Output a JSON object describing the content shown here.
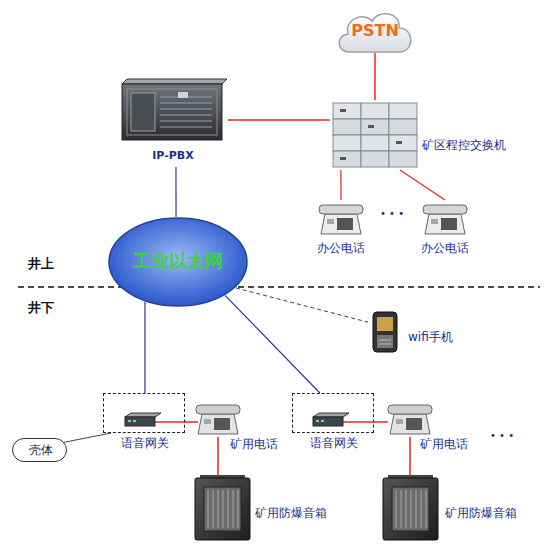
{
  "diagram": {
    "nodes": [
      {
        "text": [
          "PSTN"
        ]
      },
      {
        "text": [
          "IP-PBX"
        ]
      },
      {
        "text": [
          "矿区程控交换机"
        ]
      },
      {
        "text": [
          "办公电话"
        ]
      },
      {
        "text": [
          "办公电话"
        ]
      },
      {
        "text": [
          "工业以太网"
        ]
      },
      {
        "text": [
          "wifi手机"
        ]
      },
      {
        "text": [
          "语音网关"
        ]
      },
      {
        "text": [
          "矿用电话"
        ]
      },
      {
        "text": [
          "语音网关"
        ]
      },
      {
        "text": [
          "矿用电话"
        ]
      },
      {
        "text": [
          "壳体"
        ]
      },
      {
        "text": [
          "矿用防爆音箱"
        ]
      },
      {
        "text": [
          "矿用防爆音箱"
        ]
      }
    ],
    "edges": [
      {
        "from": 0,
        "to": 2,
        "arrow": "none"
      },
      {
        "from": 1,
        "to": 2,
        "arrow": "none"
      },
      {
        "from": 2,
        "to": 3,
        "arrow": "none"
      },
      {
        "from": 2,
        "to": 4,
        "arrow": "none"
      },
      {
        "from": 1,
        "to": 5,
        "arrow": "none"
      },
      {
        "from": 5,
        "to": 6,
        "arrow": "none"
      },
      {
        "from": 5,
        "to": 7,
        "arrow": "none"
      },
      {
        "from": 5,
        "to": 9,
        "arrow": "none"
      },
      {
        "from": 7,
        "to": 8,
        "arrow": "none"
      },
      {
        "from": 8,
        "to": 12,
        "arrow": "none"
      },
      {
        "from": 9,
        "to": 10,
        "arrow": "none"
      },
      {
        "from": 10,
        "to": 13,
        "arrow": "none"
      },
      {
        "from": 11,
        "to": 7,
        "arrow": "none"
      }
    ],
    "labels": [
      "井上",
      "井下",
      "• • •",
      "• • •"
    ]
  }
}
